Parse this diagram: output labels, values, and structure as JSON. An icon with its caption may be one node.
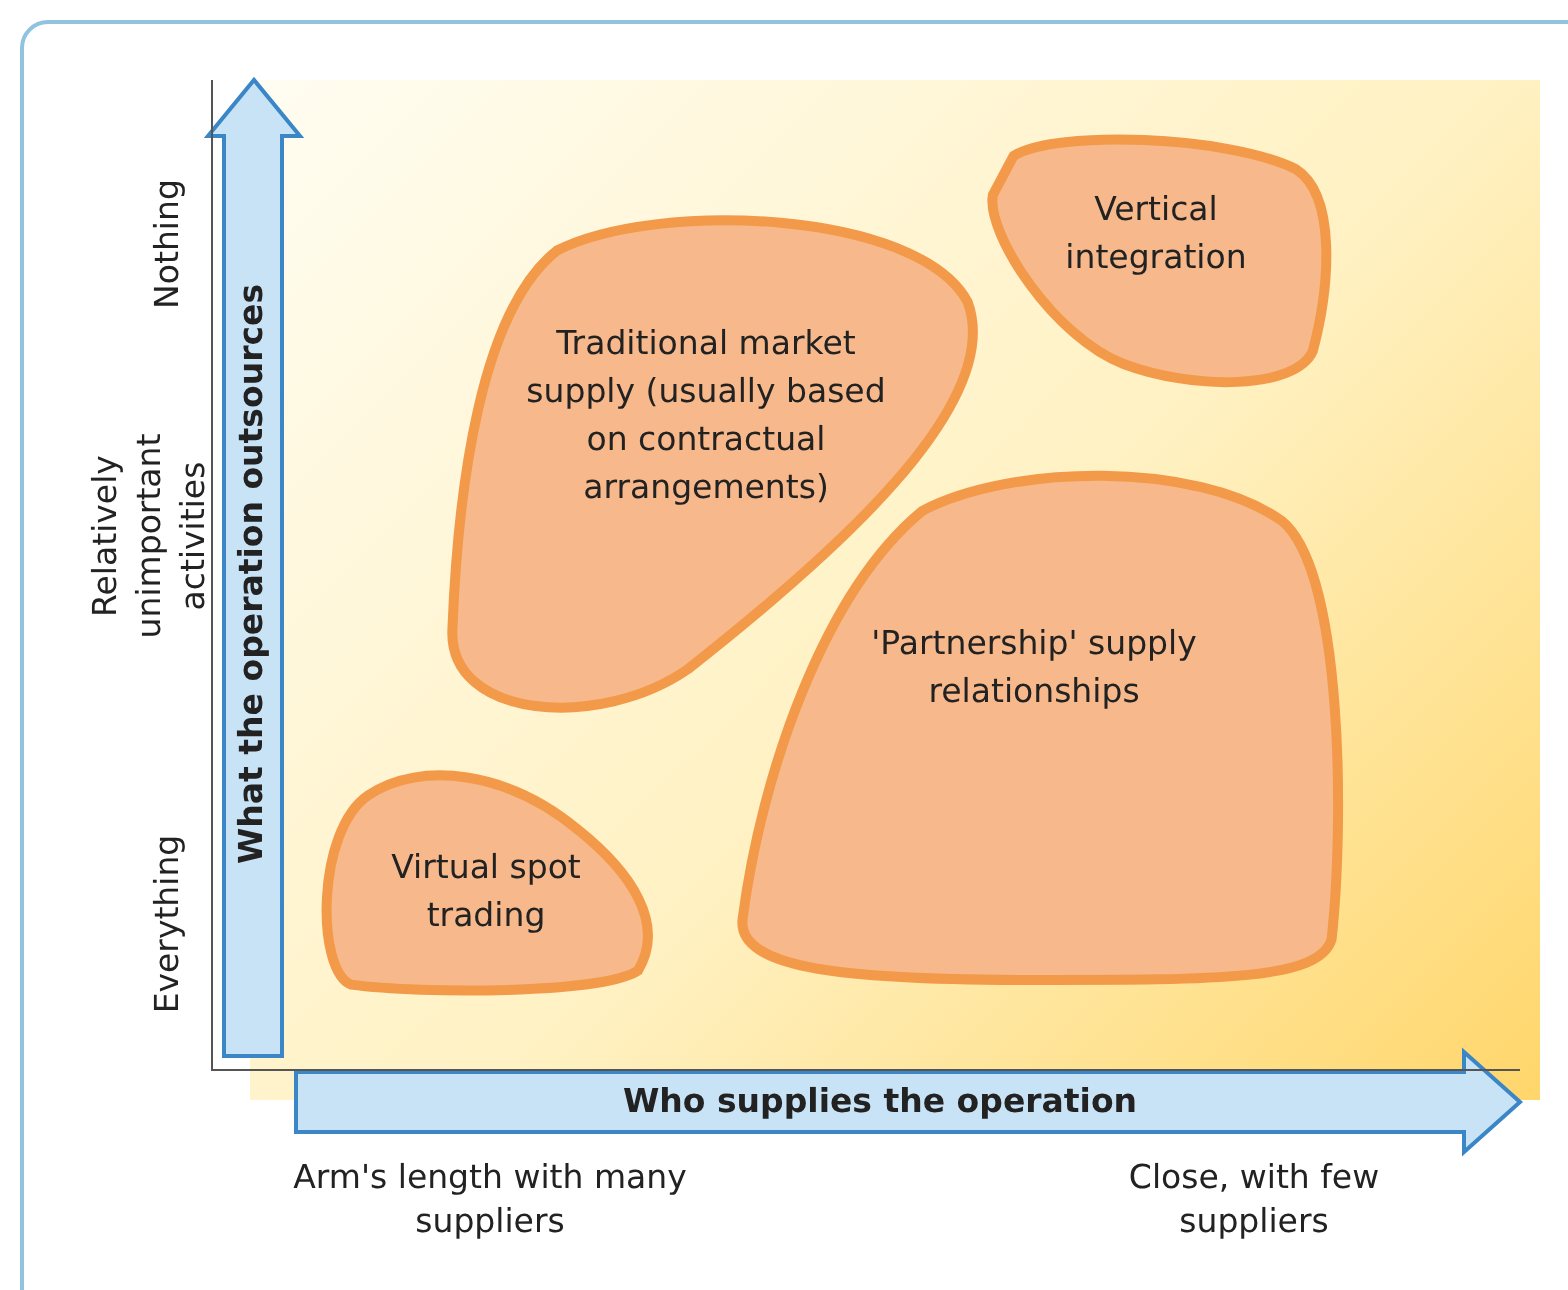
{
  "diagram": {
    "nodes": [
      {
        "text": [
          "Vertical integration"
        ]
      },
      {
        "text": [
          "Traditional market supply (usually based on contractual arrangements)"
        ]
      },
      {
        "text": [
          "'Partnership' supply relationships"
        ]
      },
      {
        "text": [
          "Virtual spot trading"
        ]
      }
    ],
    "labels": [
      "Nothing",
      "Relatively unimportant activities",
      "Everything",
      "What the operation outsources",
      "Who supplies the operation",
      "Arm's length with many suppliers",
      "Close, with few suppliers"
    ]
  }
}
